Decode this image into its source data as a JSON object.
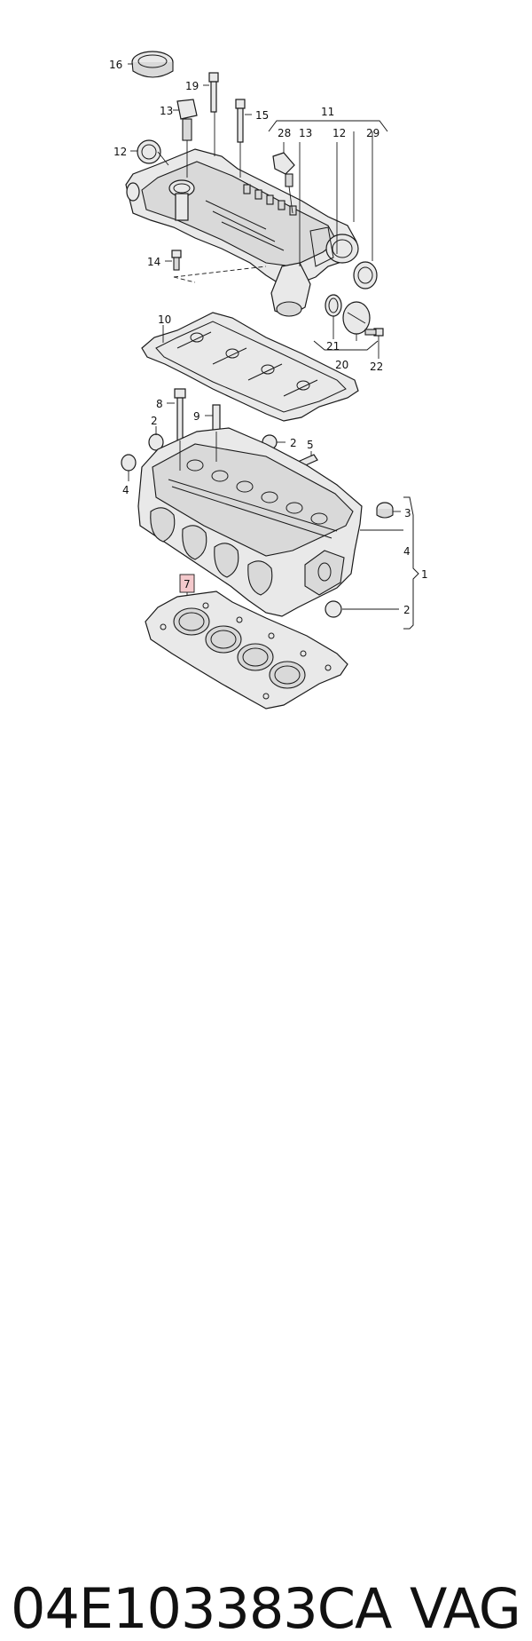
{
  "diagram": {
    "callouts": [
      "1",
      "2",
      "3",
      "4",
      "5",
      "7",
      "8",
      "9",
      "10",
      "11",
      "12",
      "13",
      "14",
      "15",
      "16",
      "19",
      "20",
      "21",
      "22",
      "28",
      "29"
    ]
  },
  "highlight_color": "#f4c9cc",
  "caption": {
    "part_number": "04E103383CA",
    "brand": "VAG"
  }
}
